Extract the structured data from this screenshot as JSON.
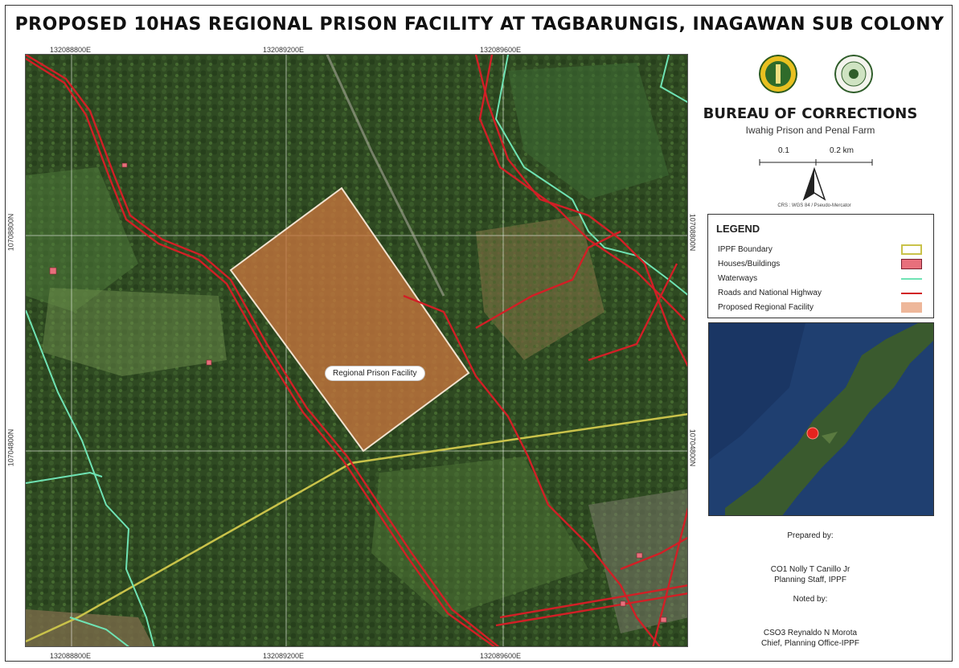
{
  "title": "PROPOSED 10HAS REGIONAL PRISON FACILITY AT TAGBARUNGIS, INAGAWAN SUB COLONY",
  "coords": {
    "top": [
      "132088800E",
      "132089200E",
      "132089600E"
    ],
    "bottom": [
      "132088800E",
      "132089200E",
      "132089600E"
    ],
    "left": [
      "10708800N",
      "10704800N"
    ],
    "right": [
      "10708800N",
      "10704800N"
    ]
  },
  "map": {
    "facility_label": "Regional Prison Facility",
    "colors": {
      "road": "#d21f26",
      "waterway": "#6fe3b4",
      "boundary": "#c9c24a",
      "facility_fill": "#c8753e",
      "facility_stroke": "#f3e3d0"
    }
  },
  "org": {
    "name": "BUREAU OF CORRECTIONS",
    "sub": "Iwahig Prison and Penal Farm"
  },
  "scale": {
    "label_a": "0.1",
    "label_b": "0.2 km"
  },
  "crs": "CRS : WGS 84 / Pseudo-Mercator",
  "legend": {
    "title": "LEGEND",
    "items": [
      {
        "label": "IPPF Boundary",
        "kind": "boundary"
      },
      {
        "label": "Houses/Buildings",
        "kind": "buildings"
      },
      {
        "label": "Waterways",
        "kind": "waterway"
      },
      {
        "label": "Roads and National Highway",
        "kind": "road"
      },
      {
        "label": "Proposed Regional Facility",
        "kind": "facility"
      }
    ]
  },
  "credits": {
    "prepared_label": "Prepared by:",
    "prepared_name": "CO1 Nolly T Canillo Jr",
    "prepared_title": "Planning Staff, IPPF",
    "noted_label": "Noted by:",
    "noted_name": "CSO3 Reynaldo N Morota",
    "noted_title": "Chief, Planning Office-IPPF"
  }
}
